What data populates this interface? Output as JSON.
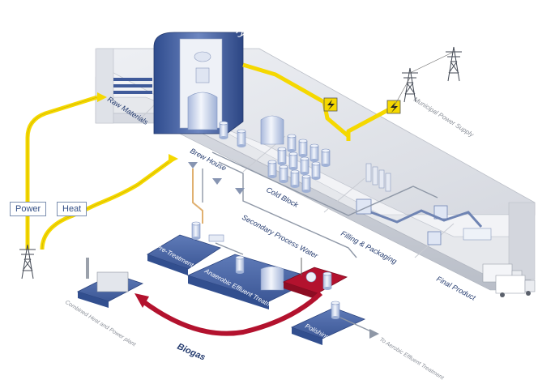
{
  "labels": {
    "brewery": "Brewery",
    "raw_materials": "Raw Materials",
    "brew_house": "Brew House",
    "cold_block": "Cold Block",
    "filling_packaging": "Filling & Packaging",
    "final_product": "Final Product",
    "municipal_power_supply": "Municipal Power Supply",
    "secondary_process_water": "Secondary Process Water",
    "pre_treatment": "Pre-Treatment",
    "anaerobic_effluent_treatment": "Anaerobic Effluent Treatment",
    "polishing": "Polishing",
    "to_aerobic_effluent_treatment": "To Aerobic Effluent Treatment",
    "biogas": "Biogas",
    "combined_heat_power_plant": "Combined Heat and Power plant",
    "power": "Power",
    "heat": "Heat"
  },
  "colors": {
    "power_line": "#f5d800",
    "biogas_line": "#b3122e",
    "platform_blue": "#4e6aa8",
    "building_grey": "#d9dbe0",
    "tank_blue": "#c9d6ef"
  },
  "icons": {
    "power_warning": "lightning-warning-icon",
    "pylon": "power-pylon-icon",
    "truck": "truck-icon"
  }
}
